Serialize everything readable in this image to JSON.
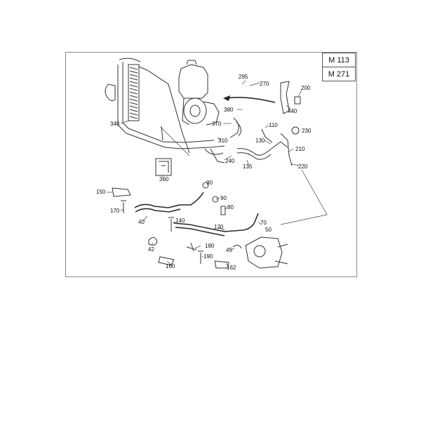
{
  "models": [
    "M 113",
    "M 271"
  ],
  "parts": {
    "p295": "295",
    "p270": "270",
    "p200": "200",
    "p380": "380",
    "p440": "440",
    "p340": "340",
    "p370": "370",
    "p110": "110",
    "p230": "230",
    "p310": "310",
    "p130": "130",
    "p210": "210",
    "p240": "240",
    "p135": "135",
    "p220": "220",
    "p360": "360",
    "p90a": "90",
    "p150": "150",
    "p90b": "90",
    "p80": "80",
    "p170": "170",
    "p140": "140",
    "p40": "40",
    "p120": "120",
    "p70": "70",
    "p50": "50",
    "p42": "42",
    "p180": "180",
    "p45": "45",
    "p190": "190",
    "p160": "160",
    "p162": "162"
  },
  "colors": {
    "line": "#333333",
    "frame": "#8a8a8a"
  }
}
